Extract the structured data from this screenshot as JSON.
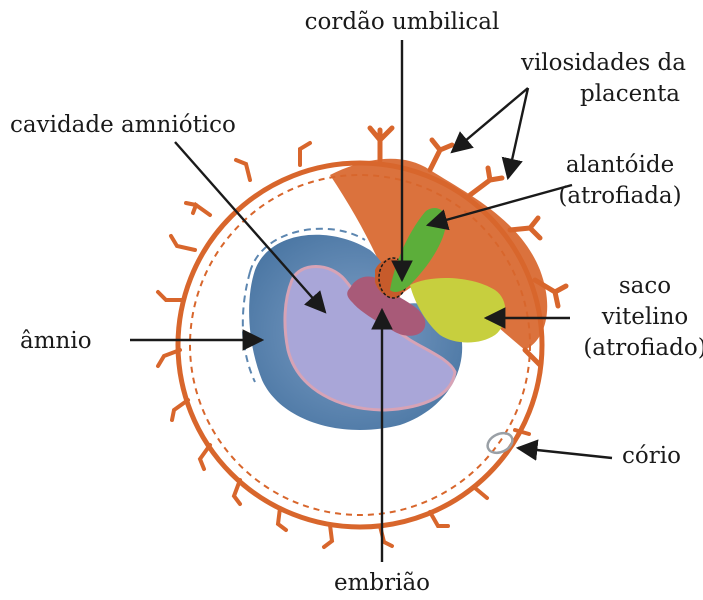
{
  "labels": {
    "cordao": "cordão umbilical",
    "vilosidades_1": "vilosidades da",
    "vilosidades_2": "placenta",
    "cavidade": "cavidade amniótico",
    "alantoide_1": "alantóide",
    "alantoide_2": "(atrofiada)",
    "saco_1": "saco",
    "saco_2": "vitelino",
    "saco_3": "(atrofiado)",
    "amnio": "âmnio",
    "corio": "cório",
    "embriao": "embrião"
  },
  "colors": {
    "chorion": "#d8662c",
    "amnion_outer": "#5c86b0",
    "amnion_inner": "#a9a6d8",
    "embryo": "#a85a78",
    "allantois": "#5cae3a",
    "yolk_sac": "#c7cf3e",
    "text": "#1a1a1a"
  }
}
